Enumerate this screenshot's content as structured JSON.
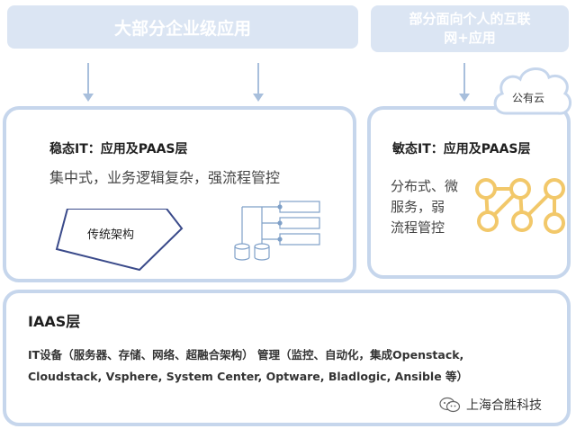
{
  "top_banners": {
    "enterprise_apps": "大部分企业级应用",
    "internet_apps_line1": "部分面向个人的互联",
    "internet_apps_line2": "网+应用"
  },
  "stable_it": {
    "title": "稳态IT：应用及PAAS层",
    "description": "集中式，业务逻辑复杂，强流程管控",
    "legacy_label": "传统架构"
  },
  "agile_it": {
    "title": "敏态IT：应用及PAAS层",
    "description_line1": "分布式、微",
    "description_line2": "服务，弱",
    "description_line3": "流程管控",
    "cloud_label": "公有云"
  },
  "iaas": {
    "title": "IAAS层",
    "line1": "IT设备（服务器、存储、网络、超融合架构） 管理（监控、自动化，集成Openstack,",
    "line2": "Cloudstack, Vsphere, System Center, Optware, Bladlogic, Ansible 等）"
  },
  "watermark": "上海合胜科技",
  "colors": {
    "banner_bg": "#dbe5f3",
    "panel_border": "#c6d6ec",
    "node_gold": "#f2c86a"
  }
}
